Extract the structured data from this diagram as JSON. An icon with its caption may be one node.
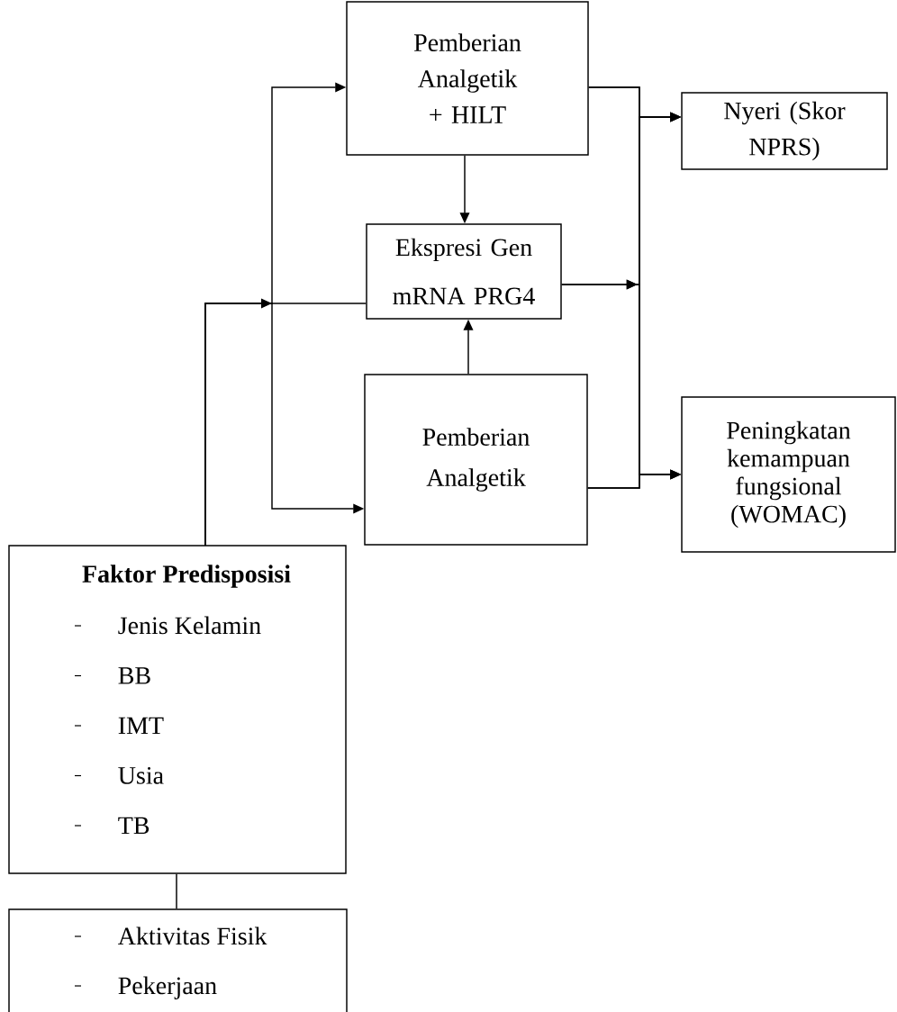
{
  "diagram": {
    "nodes": [
      {
        "text": [
          "Pemberian Analgetik + HILT"
        ]
      },
      {
        "text": [
          "Nyeri (Skor NPRS)"
        ]
      },
      {
        "text": [
          "Ekspresi Gen mRNA PRG4"
        ]
      },
      {
        "text": [
          "Pemberian Analgetik"
        ]
      },
      {
        "text": [
          "Peningkatan kemampuan fungsional (WOMAC)"
        ]
      },
      {
        "text": [
          "Faktor Predisposisi",
          "Jenis Kelamin",
          "BB",
          "IMT",
          "Usia",
          "TB"
        ]
      },
      {
        "text": [
          "Aktivitas Fisik",
          "Pekerjaan"
        ]
      }
    ],
    "edges": [
      {
        "from": 5,
        "to": 0,
        "arrow": "to"
      },
      {
        "from": 5,
        "to": 2,
        "arrow": "to"
      },
      {
        "from": 5,
        "to": 3,
        "arrow": "to"
      },
      {
        "from": 0,
        "to": 2,
        "arrow": "to"
      },
      {
        "from": 3,
        "to": 2,
        "arrow": "to"
      },
      {
        "from": 0,
        "to": 1,
        "arrow": "to"
      },
      {
        "from": 0,
        "to": 4,
        "arrow": "to"
      },
      {
        "from": 2,
        "to": 1,
        "arrow": "to"
      },
      {
        "from": 2,
        "to": 4,
        "arrow": "to"
      },
      {
        "from": 3,
        "to": 1,
        "arrow": "to"
      },
      {
        "from": 3,
        "to": 4,
        "arrow": "to"
      },
      {
        "from": 5,
        "to": 6,
        "arrow": "none"
      }
    ]
  }
}
